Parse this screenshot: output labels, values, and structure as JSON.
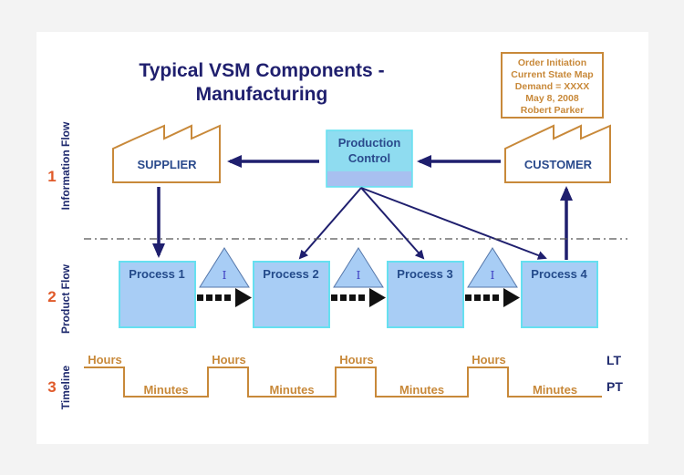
{
  "title": {
    "line1": "Typical VSM Components -",
    "line2": "Manufacturing"
  },
  "info_box": {
    "lines": [
      "Order Initiation",
      "Current State Map",
      "Demand = XXXX",
      "May 8, 2008",
      "Robert Parker"
    ]
  },
  "rows": [
    {
      "number": "1",
      "label": "Information Flow"
    },
    {
      "number": "2",
      "label": "Product Flow"
    },
    {
      "number": "3",
      "label": "Timeline"
    }
  ],
  "entities": {
    "supplier": "SUPPLIER",
    "customer": "CUSTOMER",
    "production_control": {
      "line1": "Production",
      "line2": "Control"
    }
  },
  "processes": [
    "Process 1",
    "Process 2",
    "Process 3",
    "Process 4"
  ],
  "inventory_symbol": "I",
  "timeline": {
    "upper_label": "Hours",
    "lower_label": "Minutes",
    "lt_label": "LT",
    "pt_label": "PT",
    "segments": 4
  },
  "colors": {
    "process_fill": "#a8cdf5",
    "process_border": "#66e0f0",
    "arrow_navy": "#1f1f6e",
    "orange": "#c8893a",
    "row_number": "#e05a2a"
  }
}
